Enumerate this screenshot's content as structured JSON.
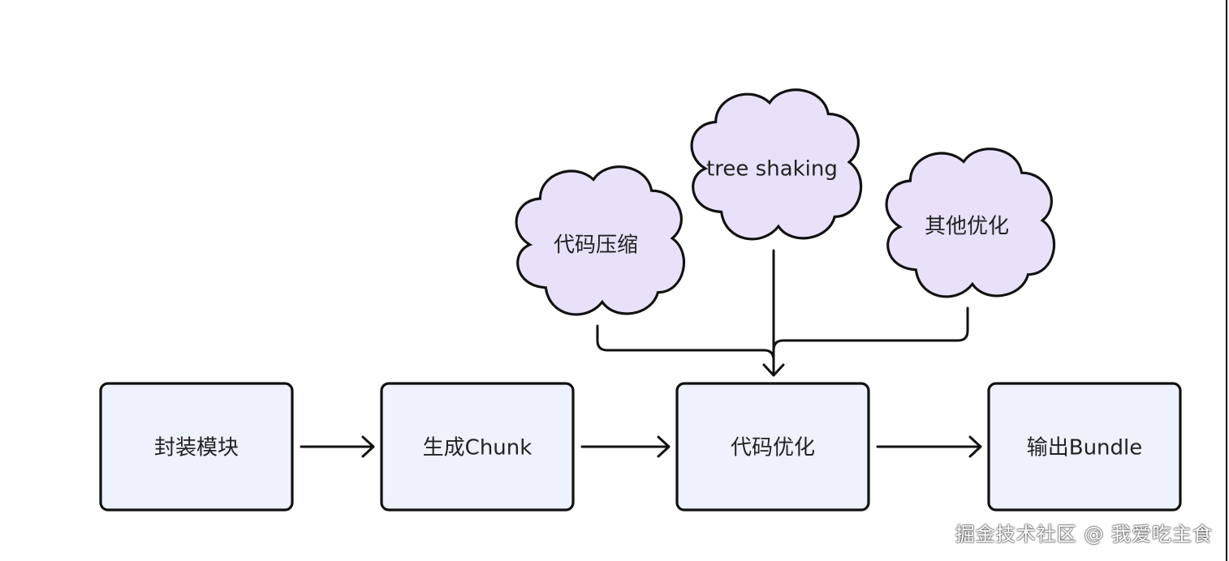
{
  "nodes": {
    "encapsulate": "封装模块",
    "generate_chunk": "生成Chunk",
    "optimize": "代码优化",
    "output": "输出Bundle"
  },
  "clouds": {
    "compress": "代码压缩",
    "tree_shaking": "tree shaking",
    "other": "其他优化"
  },
  "watermark": "掘金技术社区 @ 我爱吃主食",
  "colors": {
    "box_fill": "#eef2fc",
    "cloud_fill": "#e9e1fa",
    "stroke": "#111111"
  }
}
